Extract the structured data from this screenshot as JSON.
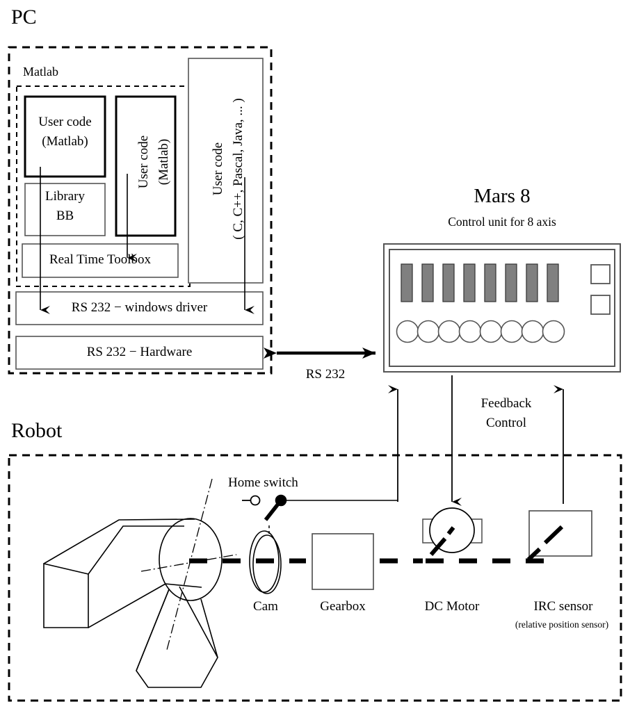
{
  "diagram": {
    "title_pc": "PC",
    "title_robot": "Robot",
    "pc_section": {
      "matlab_label": "Matlab",
      "blocks": {
        "user_code_matlab_box": {
          "line1": "User code",
          "line2": "(Matlab)"
        },
        "library_box": {
          "line1": "Library",
          "line2": "BB"
        },
        "real_time_toolbox": "Real Time Toolbox",
        "user_code_matlab_vertical": {
          "line1": "User code",
          "line2": "(Matlab)"
        },
        "user_code_other_vertical": {
          "line1": "User code",
          "line2": "( C, C++, Pascal, Java, ... )"
        },
        "rs232_driver": "RS 232 − windows driver",
        "rs232_hardware": "RS 232 − Hardware"
      }
    },
    "link_label": "RS 232",
    "mars_unit": {
      "title": "Mars 8",
      "subtitle": "Control unit for 8 axis",
      "slot_count": 8,
      "circle_count": 8,
      "square_count": 2,
      "slot_color": "#808080"
    },
    "feedback": {
      "line1": "Feedback",
      "line2": "Control"
    },
    "robot_section": {
      "home_switch": "Home switch",
      "cam": "Cam",
      "gearbox": "Gearbox",
      "dc_motor": "DC Motor",
      "irc_sensor": "IRC sensor",
      "irc_sensor_sub": "(relative position sensor)"
    }
  }
}
